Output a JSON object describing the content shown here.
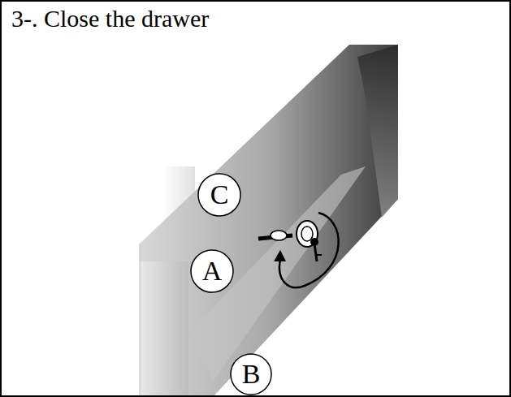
{
  "diagram": {
    "title": "3-. Close the drawer",
    "nodes": [
      {
        "text": [
          "C"
        ]
      },
      {
        "text": [
          "A"
        ]
      },
      {
        "text": [
          "B"
        ]
      }
    ]
  }
}
